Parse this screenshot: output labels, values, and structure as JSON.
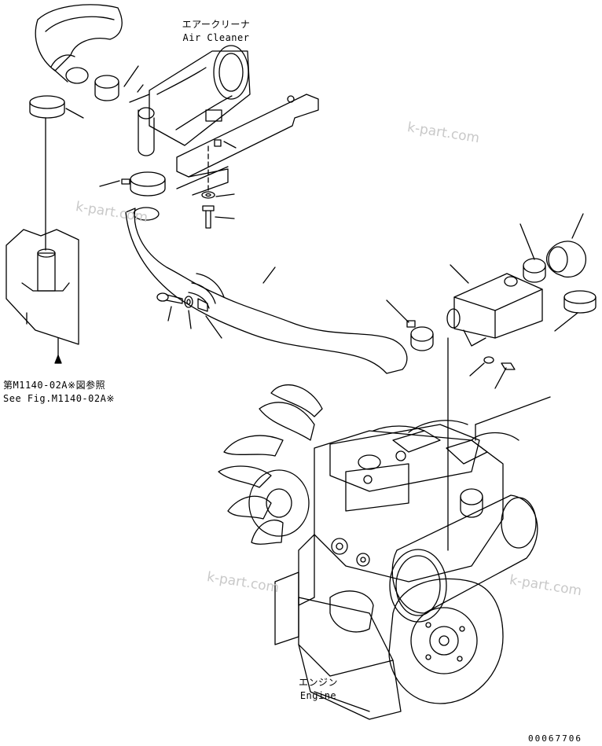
{
  "labels": {
    "air_cleaner_jp": "エアークリーナ",
    "air_cleaner_en": "Air Cleaner",
    "see_fig_jp": "第M1140-02A※図参照",
    "see_fig_en": "See Fig.M1140-02A※",
    "engine_jp": "エンジン",
    "engine_en": "Engine"
  },
  "watermark": "k-part.com",
  "drawing_number": "00067706"
}
